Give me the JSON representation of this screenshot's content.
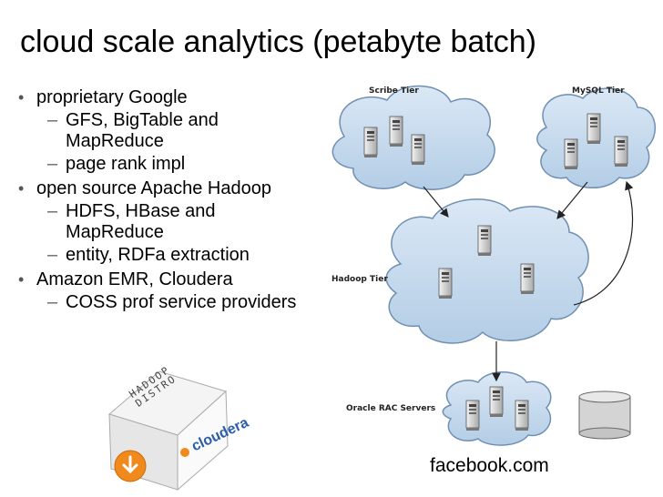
{
  "slide": {
    "title": "cloud scale analytics (petabyte batch)",
    "bullets": [
      {
        "text": "proprietary Google",
        "sub": [
          "GFS, BigTable and MapReduce",
          "page rank impl"
        ]
      },
      {
        "text": "open source Apache Hadoop",
        "sub": [
          "HDFS, HBase and MapReduce",
          "entity, RDFa extraction"
        ]
      },
      {
        "text": "Amazon EMR, Cloudera",
        "sub": [
          "COSS prof service providers"
        ]
      }
    ],
    "source": "facebook.com"
  },
  "diagram": {
    "tiers": {
      "scribe": "Scribe Tier",
      "mysql": "MySQL Tier",
      "hadoop": "Hadoop Tier",
      "oracle": "Oracle RAC Servers"
    },
    "colors": {
      "cloud_fill": "#c9dcef",
      "cloud_stroke": "#6f8fb3",
      "server": "#d9d9d9",
      "arrow": "#222222"
    }
  },
  "product_box": {
    "box_text": "HADOOP DISTRO",
    "brand": "cloudera",
    "download_icon": "download-arrow-icon"
  }
}
